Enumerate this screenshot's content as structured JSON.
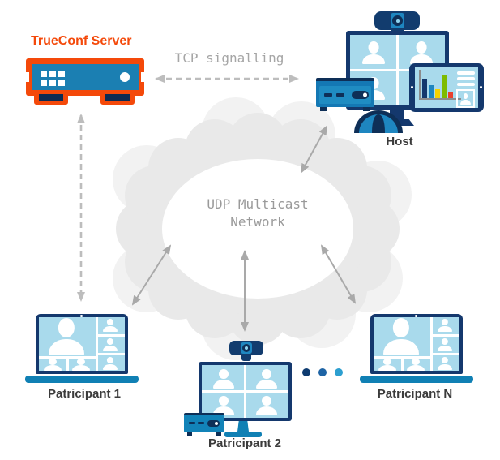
{
  "diagram": {
    "title": "TrueConf Server",
    "tcp_label": "TCP signalling",
    "cloud": {
      "line1": "UDP Multicast",
      "line2": "Network"
    },
    "nodes": {
      "host": {
        "label": "Host"
      },
      "participant1": {
        "label": "Patricipant 1"
      },
      "participant2": {
        "label": "Patricipant 2"
      },
      "participantN": {
        "label": "Patricipant N"
      }
    },
    "colors": {
      "accent_orange": "#F4490A",
      "frame_navy": "#14386D",
      "dark_navy": "#0E2F57",
      "device_blue": "#1478B4",
      "webcam_blue": "#1E86C0",
      "base_teal": "#1080B4",
      "screen_light_blue": "#A9DAEC",
      "cloud_gray": "#E9E9E9",
      "cloud_outer_gray": "#F2F2F2",
      "arrow_solid_gray": "#A9A9A9",
      "arrow_dashed_gray": "#BDBDBD",
      "diagram_text_gray": "#9A9A9A",
      "label_dark": "#3B3B3B",
      "ellipsis_dots": [
        "#0D3B70",
        "#1E64A5",
        "#2D9FD0"
      ],
      "tablet_chart_bars": [
        "#14386D",
        "#1E86C0",
        "#F6D200",
        "#7EBB00",
        "#E8402D"
      ]
    },
    "icons": {
      "server-icon": "orange-outlined rack server with grid of squares and power light",
      "webcam-icon": "blue webcam with lens",
      "monitor-icon": "monitor showing 4-person video grid",
      "laptop-icon": "laptop showing multi-person video layout",
      "mini-pc-icon": "small desktop box with slots and power button",
      "tablet-icon": "tablet showing bar chart and contact card",
      "speakerphone-icon": "dome conference speakerphone",
      "cloud-shape": "scalloped network cloud",
      "ellipsis-dots-icon": "three blue dots"
    }
  }
}
